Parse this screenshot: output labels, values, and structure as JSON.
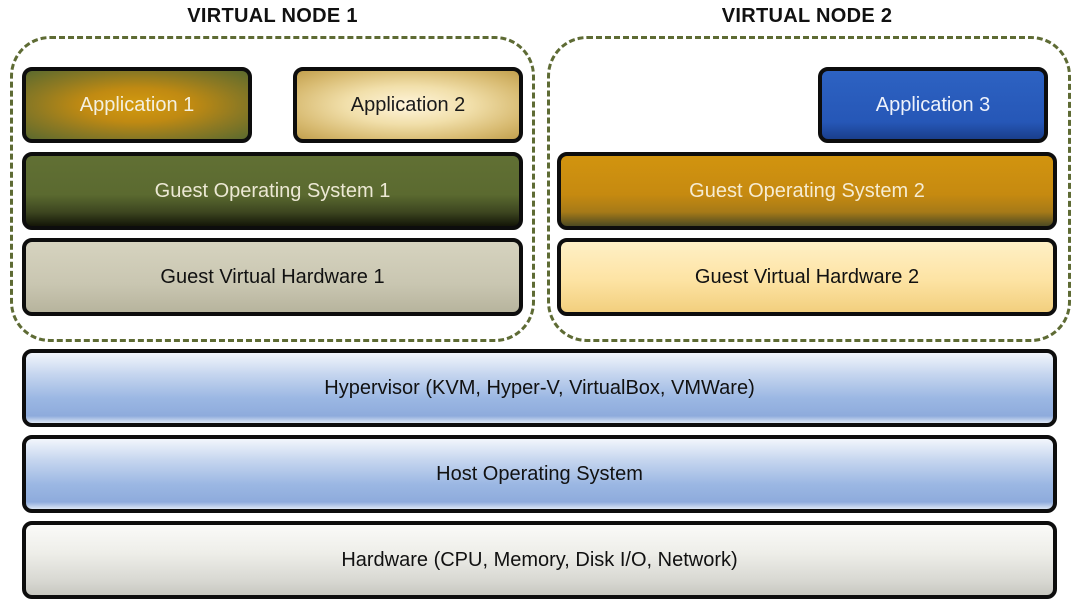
{
  "nodes": [
    {
      "title": "VIRTUAL NODE 1",
      "applications": [
        "Application 1",
        "Application 2"
      ],
      "guest_os": "Guest Operating System 1",
      "guest_hardware": "Guest Virtual Hardware 1"
    },
    {
      "title": "VIRTUAL NODE 2",
      "applications": [
        "Application 3"
      ],
      "guest_os": "Guest Operating System 2",
      "guest_hardware": "Guest Virtual Hardware 2"
    }
  ],
  "layers": {
    "hypervisor": "Hypervisor (KVM, Hyper-V, VirtualBox, VMWare)",
    "host_os": "Host Operating System",
    "hardware": "Hardware (CPU, Memory, Disk I/O, Network)"
  },
  "colors": {
    "frame": "#5e6b34",
    "node1_app1": "#c08a12",
    "node1_app2": "#f1dfaa",
    "node1_os": "#5b6a30",
    "node1_hardware": "#c9c6b1",
    "node2_app3": "#2657b7",
    "node2_os": "#c68a10",
    "node2_hardware": "#fde3a3",
    "hypervisor": "#9bb7e3",
    "host_os": "#9bb7e3",
    "hardware": "#eeeee9"
  }
}
